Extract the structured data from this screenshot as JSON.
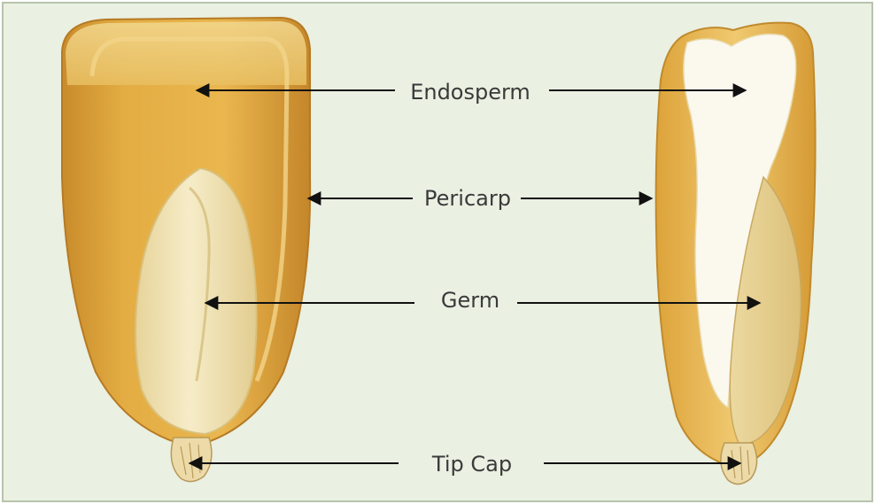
{
  "labels": {
    "endosperm": "Endosperm",
    "pericarp": "Pericarp",
    "germ": "Germ",
    "tip_cap": "Tip Cap"
  },
  "colors": {
    "background": "#eaf0e2",
    "frame": "#b9c2ad",
    "kernel_gold": "#e2aa3c",
    "kernel_dark": "#c9892a",
    "germ_cream": "#efe3b3",
    "floury_white": "#fbf8ee",
    "arrow": "#111111"
  }
}
